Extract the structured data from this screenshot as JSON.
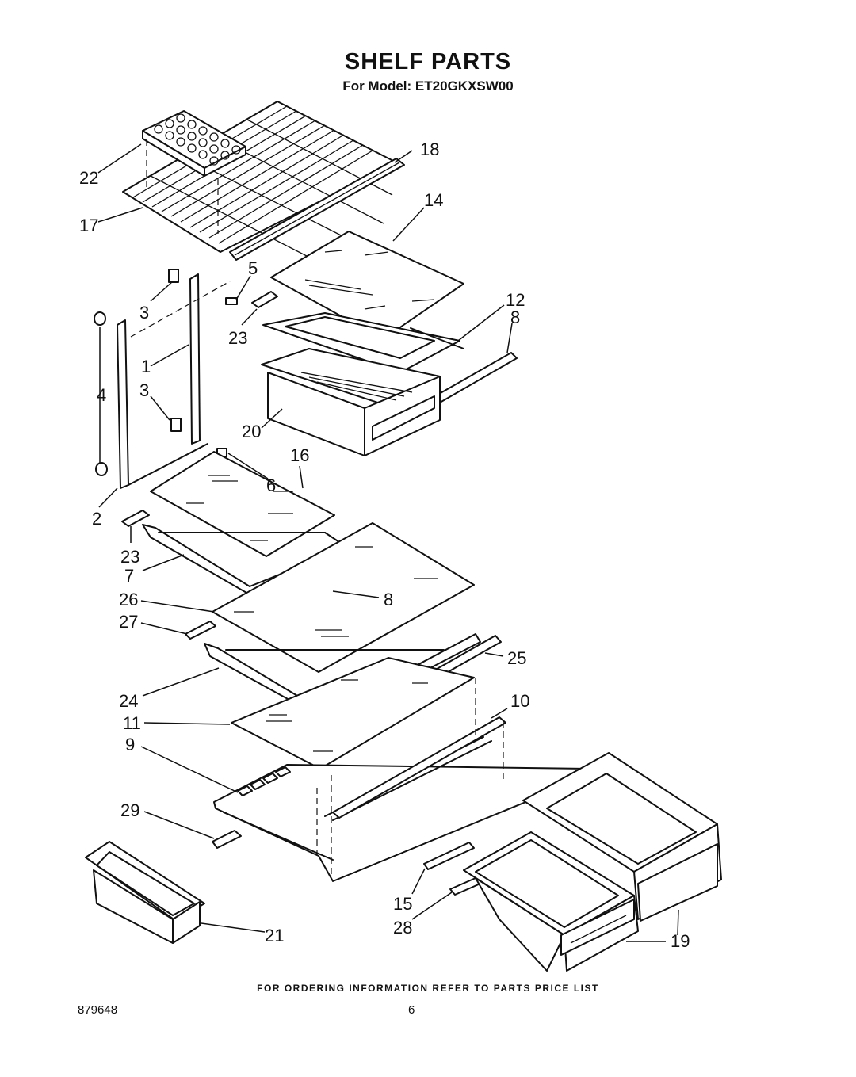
{
  "title": "SHELF PARTS",
  "subtitle": "For Model: ET20GKXSW00",
  "callouts": {
    "c1": "1",
    "c2": "2",
    "c3a": "3",
    "c3b": "3",
    "c4": "4",
    "c5": "5",
    "c6": "6",
    "c7": "7",
    "c8a": "8",
    "c8b": "8",
    "c9": "9",
    "c10": "10",
    "c11": "11",
    "c12": "12",
    "c14": "14",
    "c15": "15",
    "c16": "16",
    "c17": "17",
    "c18": "18",
    "c19": "19",
    "c20": "20",
    "c21": "21",
    "c22": "22",
    "c23a": "23",
    "c23b": "23",
    "c24": "24",
    "c25": "25",
    "c26": "26",
    "c27": "27",
    "c28": "28",
    "c29": "29"
  },
  "footer_note": "FOR ORDERING INFORMATION REFER TO PARTS PRICE LIST",
  "doc_number": "879648",
  "page_number": "6"
}
